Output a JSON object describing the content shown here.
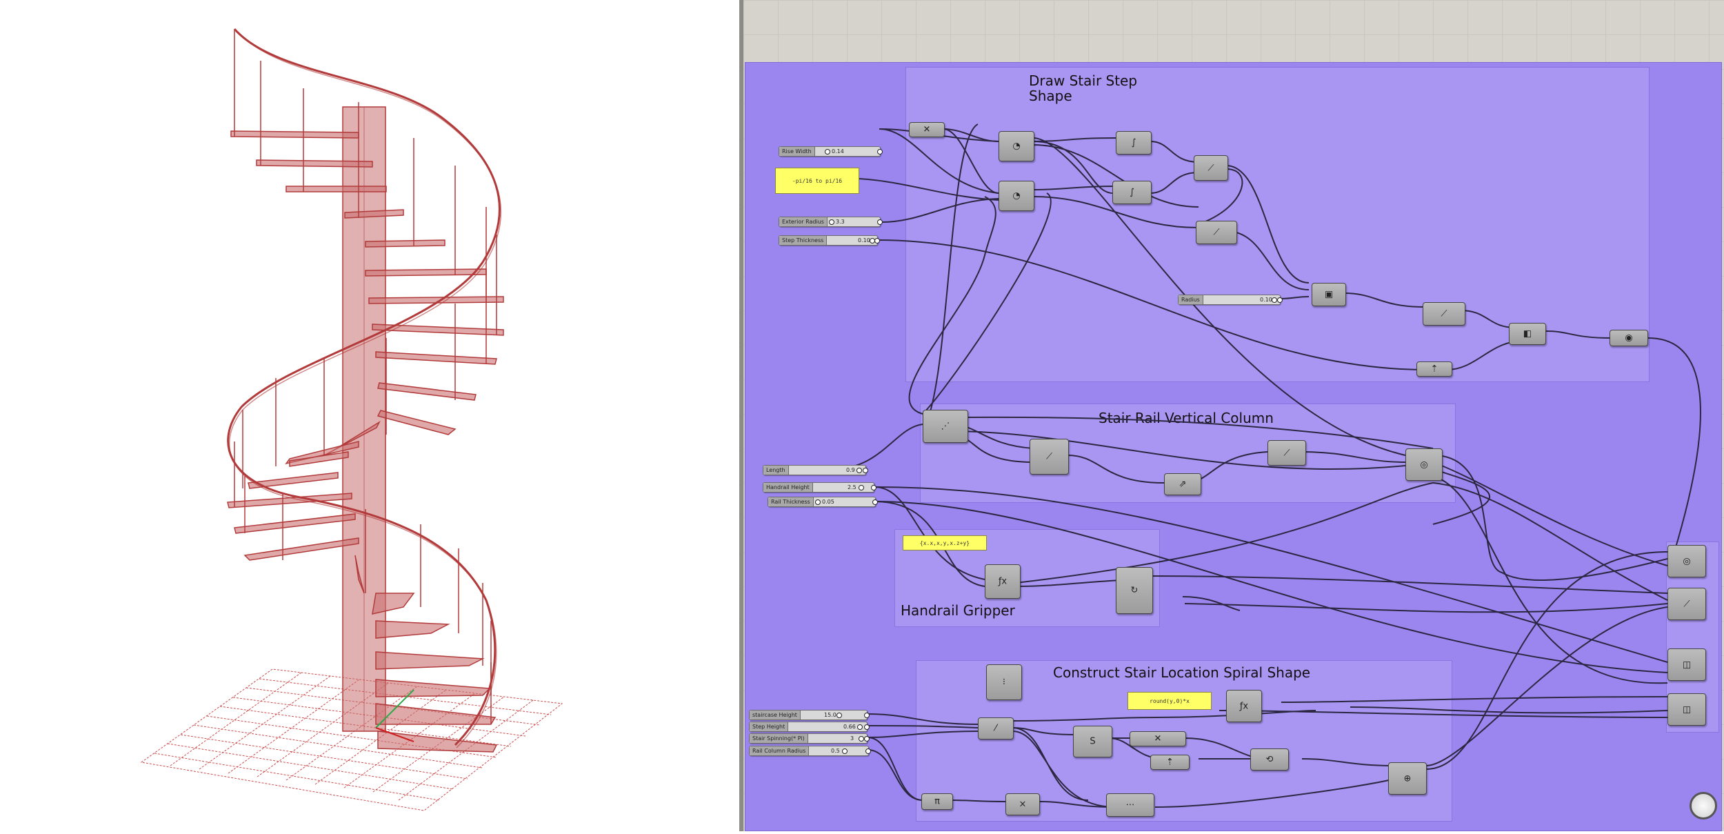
{
  "groups": [
    {
      "title": "Draw Stair Step\nShape"
    },
    {
      "title": "Stair Rail Vertical Column"
    },
    {
      "title": "Handrail Gripper"
    },
    {
      "title": "Construct Stair Location Spiral Shape"
    }
  ],
  "sliders": [
    {
      "label": "Rise Width",
      "value": "0.14"
    },
    {
      "label": "Exterior Radius",
      "value": "3.3"
    },
    {
      "label": "Step Thickness",
      "value": "0.10"
    },
    {
      "label": "Radius",
      "value": "0.10"
    },
    {
      "label": "Length",
      "value": "0.9"
    },
    {
      "label": "Handrail Height",
      "value": "2.5"
    },
    {
      "label": "Rail Thickness",
      "value": "0.05"
    },
    {
      "label": "staircase Height",
      "value": "15.0"
    },
    {
      "label": "Step Height",
      "value": "0.66"
    },
    {
      "label": "Stair Spinning(* Pi)",
      "value": "3"
    },
    {
      "label": "Rail Column Radius",
      "value": "0.5"
    }
  ],
  "panels": [
    {
      "text": "-pi/16 to pi/16"
    },
    {
      "text": "{x.x,x,y,x.z+y}"
    },
    {
      "text": "round(y,0)*x"
    }
  ],
  "colors": {
    "canvas": "#d6d2cc",
    "group_fill": "#9b86f0",
    "group_inner": "#a996f2",
    "wire": "#2b2740",
    "model_line": "#b23a3a",
    "model_fill": "#c96f6f",
    "panel": "#ffff66"
  }
}
